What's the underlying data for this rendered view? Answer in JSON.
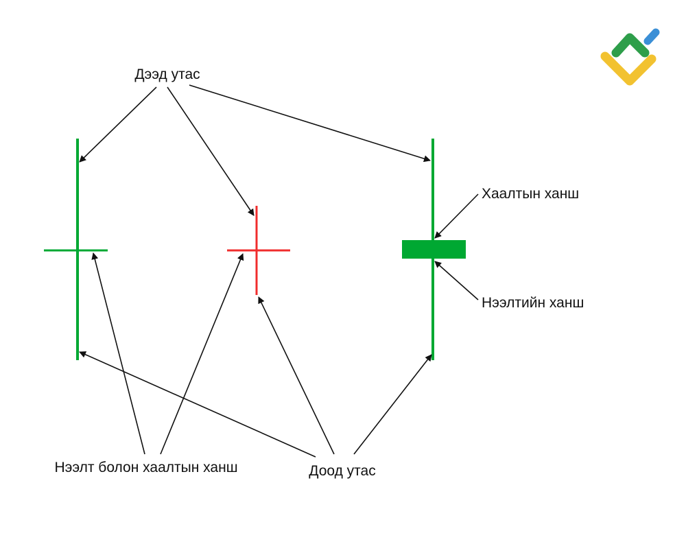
{
  "labels": {
    "upper_wick": "Дээд утас",
    "close_price": "Хаалтын ханш",
    "open_price": "Нээлтийн ханш",
    "open_close_price": "Нээлт болон хаалтын ханш",
    "lower_wick": "Доод утас"
  },
  "colors": {
    "bullish": "#00a832",
    "bearish": "#f02d2d",
    "arrow": "#111111",
    "logo_green": "#2e9e4a",
    "logo_blue": "#3b8fd6",
    "logo_yellow": "#f2c230"
  }
}
